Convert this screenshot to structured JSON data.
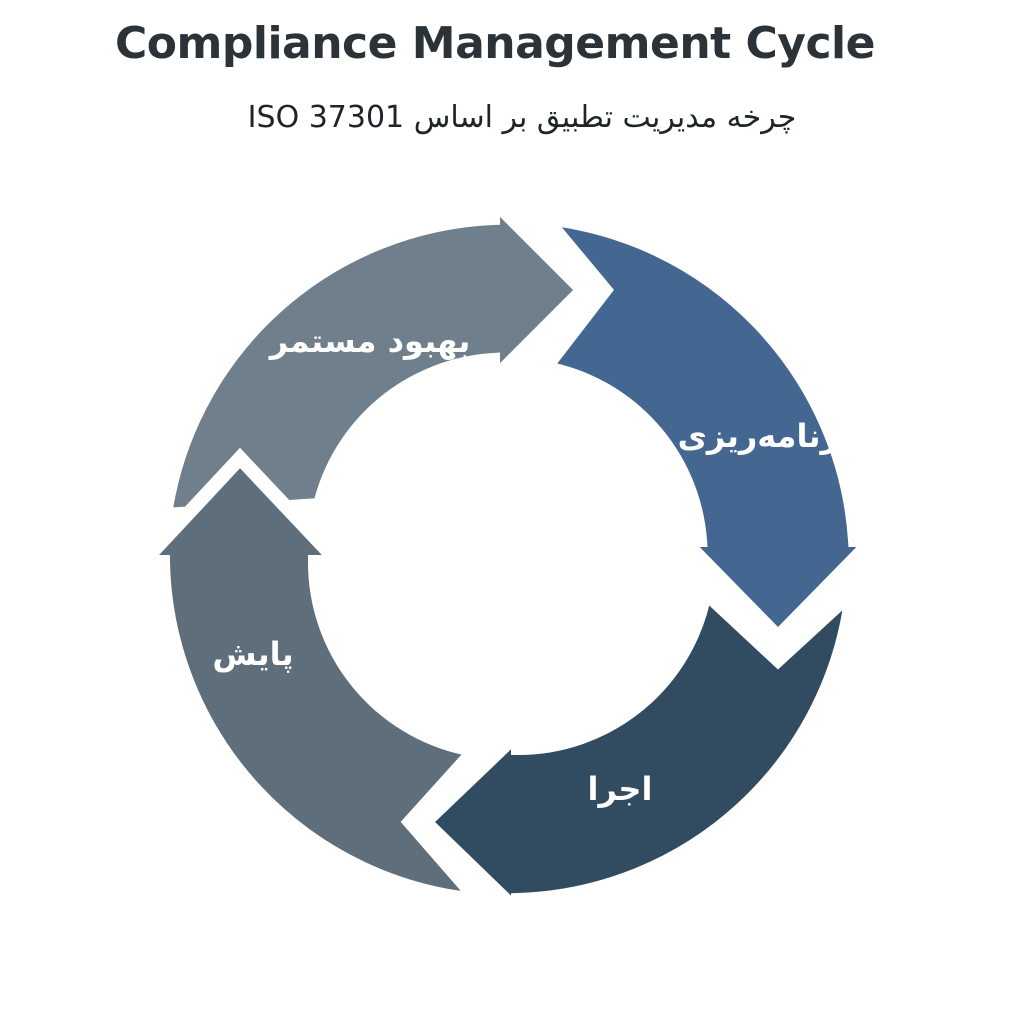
{
  "header": {
    "title": "Compliance Management Cycle",
    "subtitle": "چرخه مدیریت تطبیق بر اساس ISO 37301"
  },
  "cycle": {
    "segments": [
      {
        "key": "plan",
        "label": "برنامه‌ریزی",
        "color": "#436791"
      },
      {
        "key": "do",
        "label": "اجرا",
        "color": "#314b61"
      },
      {
        "key": "check",
        "label": "پایش",
        "color": "#5f6e7b"
      },
      {
        "key": "improve",
        "label": "بهبود مستمر",
        "color": "#6f7f8b"
      }
    ]
  }
}
